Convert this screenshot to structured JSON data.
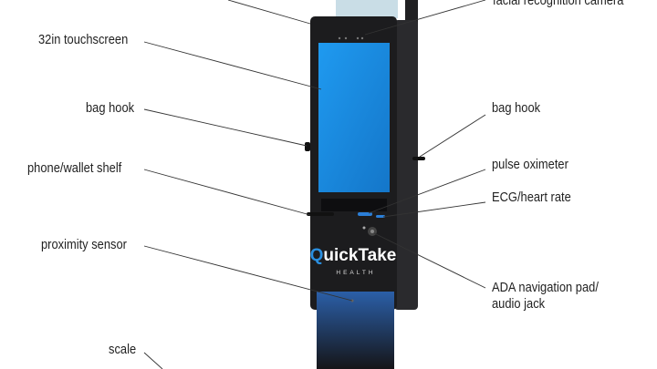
{
  "labels": {
    "facial_recognition": "facial recognition camera",
    "touchscreen": "32in touchscreen",
    "bag_hook_left": "bag hook",
    "bag_hook_right": "bag hook",
    "phone_shelf": "phone/wallet shelf",
    "pulse_oximeter": "pulse oximeter",
    "ecg": "ECG/heart rate",
    "proximity": "proximity sensor",
    "ada_line1": "ADA navigation pad/",
    "ada_line2": "audio jack",
    "scale": "scale"
  },
  "logo": {
    "brand": "QuickTake",
    "sub": "HEALTH"
  },
  "colors": {
    "screen": "#1b8fe0",
    "body": "#1c1c1e",
    "accent": "#2a7fd6"
  }
}
